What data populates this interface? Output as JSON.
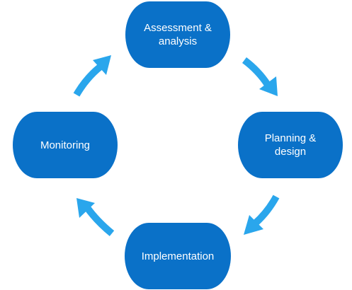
{
  "colors": {
    "node_fill": "#0a71c8",
    "node_text": "#ffffff",
    "arrow": "#2aa6ec",
    "background": "#ffffff"
  },
  "nodes": {
    "assessment": {
      "line1": "Assessment &",
      "line2": "analysis"
    },
    "planning": {
      "line1": "Planning &",
      "line2": "design"
    },
    "implementation": {
      "label": "Implementation"
    },
    "monitoring": {
      "label": "Monitoring"
    }
  },
  "arrows": [
    {
      "from": "assessment",
      "to": "planning",
      "icon": "arrow-right-down-icon"
    },
    {
      "from": "planning",
      "to": "implementation",
      "icon": "arrow-down-left-icon"
    },
    {
      "from": "implementation",
      "to": "monitoring",
      "icon": "arrow-left-up-icon"
    },
    {
      "from": "monitoring",
      "to": "assessment",
      "icon": "arrow-up-right-icon"
    }
  ]
}
